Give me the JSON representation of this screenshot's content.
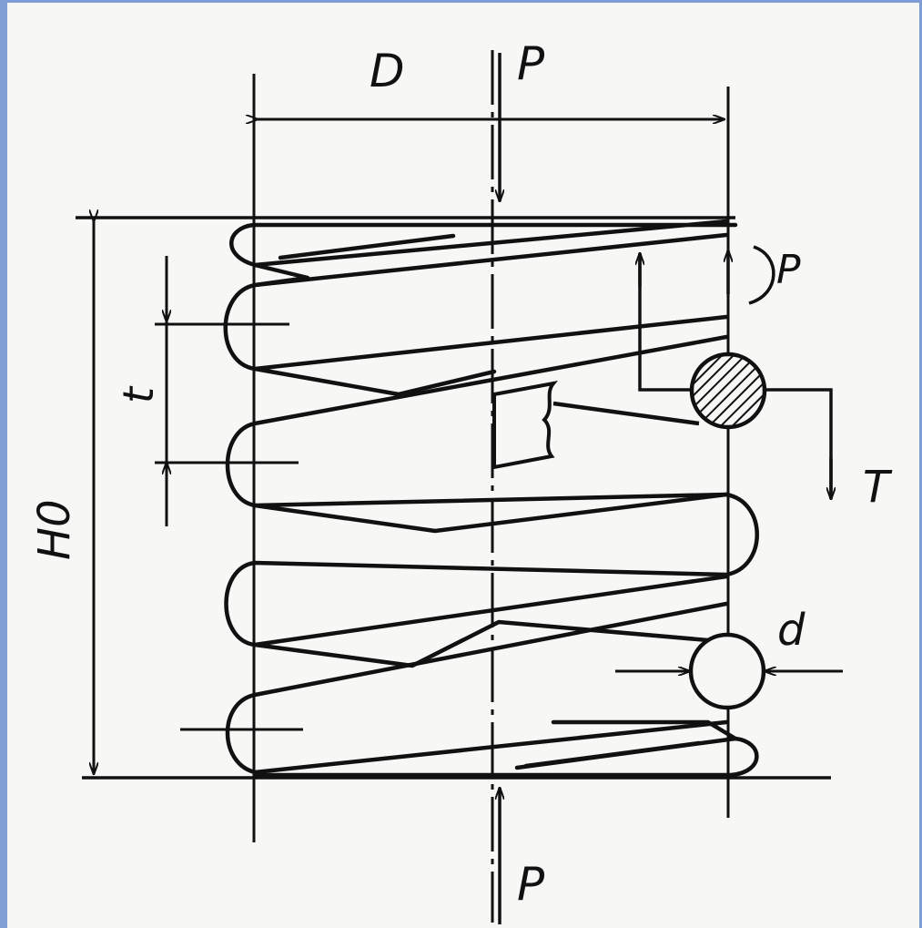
{
  "labels": {
    "diameter": "D",
    "force_top": "P",
    "force_bottom": "P",
    "force_section": "P",
    "pitch": "t",
    "free_height": "H0",
    "shear": "T",
    "wire_diameter": "d"
  },
  "colors": {
    "ink": "#111111",
    "frame": "#7f9fd4",
    "paper": "#f7f7f5"
  }
}
